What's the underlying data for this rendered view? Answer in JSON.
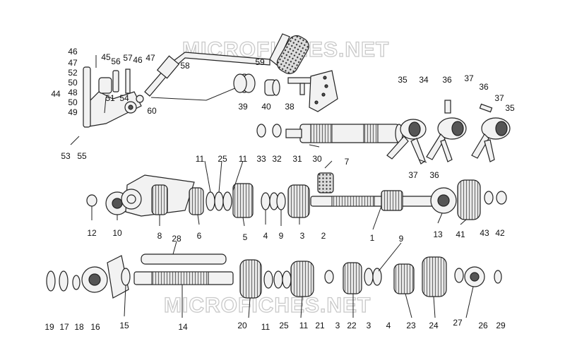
{
  "watermarks": [
    "MICROFICHES.NET",
    "MICROFICHES.NET"
  ],
  "callouts": {
    "n46a": "46",
    "n45": "45",
    "n56": "56",
    "n57": "57",
    "n46b": "46",
    "n47b": "47",
    "n47a": "47",
    "n52": "52",
    "n50a": "50",
    "n48": "48",
    "n44": "44",
    "n50b": "50",
    "n49": "49",
    "n51": "51",
    "n54": "54",
    "n60": "60",
    "n53": "53",
    "n55": "55",
    "n58": "58",
    "n59": "59",
    "n39": "39",
    "n40": "40",
    "n38": "38",
    "n35a": "35",
    "n34": "34",
    "n36a": "36",
    "n37a": "37",
    "n36b": "36",
    "n37b": "37",
    "n35b": "35",
    "n33": "33",
    "n32": "32",
    "n31": "31",
    "n30": "30",
    "n37c": "37",
    "n36c": "36",
    "n7": "7",
    "n11a": "11",
    "n25a": "25",
    "n11b": "11",
    "n12": "12",
    "n10": "10",
    "n8": "8",
    "n6": "6",
    "n5": "5",
    "n4a": "4",
    "n9a": "9",
    "n3a": "3",
    "n2": "2",
    "n1": "1",
    "n13": "13",
    "n41": "41",
    "n43": "43",
    "n42": "42",
    "n28": "28",
    "n9b": "9",
    "n19": "19",
    "n17": "17",
    "n18": "18",
    "n16": "16",
    "n15": "15",
    "n14": "14",
    "n20": "20",
    "n11c": "11",
    "n25b": "25",
    "n11d": "11",
    "n21": "21",
    "n3b": "3",
    "n22": "22",
    "n3c": "3",
    "n4b": "4",
    "n23": "23",
    "n24": "24",
    "n27": "27",
    "n26": "26",
    "n29": "29"
  }
}
